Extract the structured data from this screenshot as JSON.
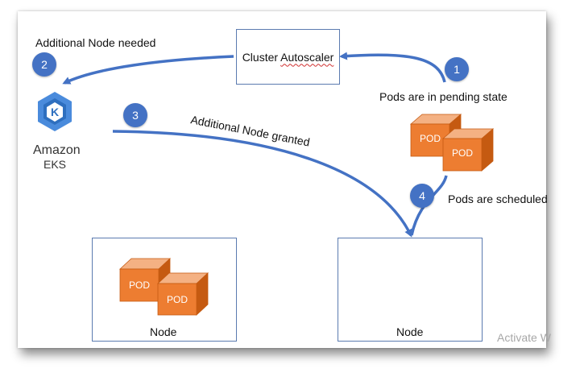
{
  "labels": {
    "autoscaler_prefix": "Cluster ",
    "autoscaler_word": "Autoscaler",
    "additional_node_needed": "Additional Node needed",
    "pods_pending": "Pods are in pending state",
    "additional_node_granted": "Additional Node granted",
    "pods_scheduled": "Pods are scheduled",
    "node_left": "Node",
    "node_right": "Node",
    "activate_watermark": "Activate W"
  },
  "badges": [
    "1",
    "2",
    "3",
    "4"
  ],
  "eks_logo": {
    "line1": "Amazon",
    "line2": "EKS",
    "glyph": "K"
  },
  "pod_label": "POD",
  "colors": {
    "arrow": "#4472c4",
    "badge": "#4472c4",
    "pod_front": "#ed7d31",
    "pod_top": "#f4b183",
    "pod_side": "#c55a11",
    "eks_blue": "#4a8bdc",
    "box_border": "#5b7bb0"
  }
}
